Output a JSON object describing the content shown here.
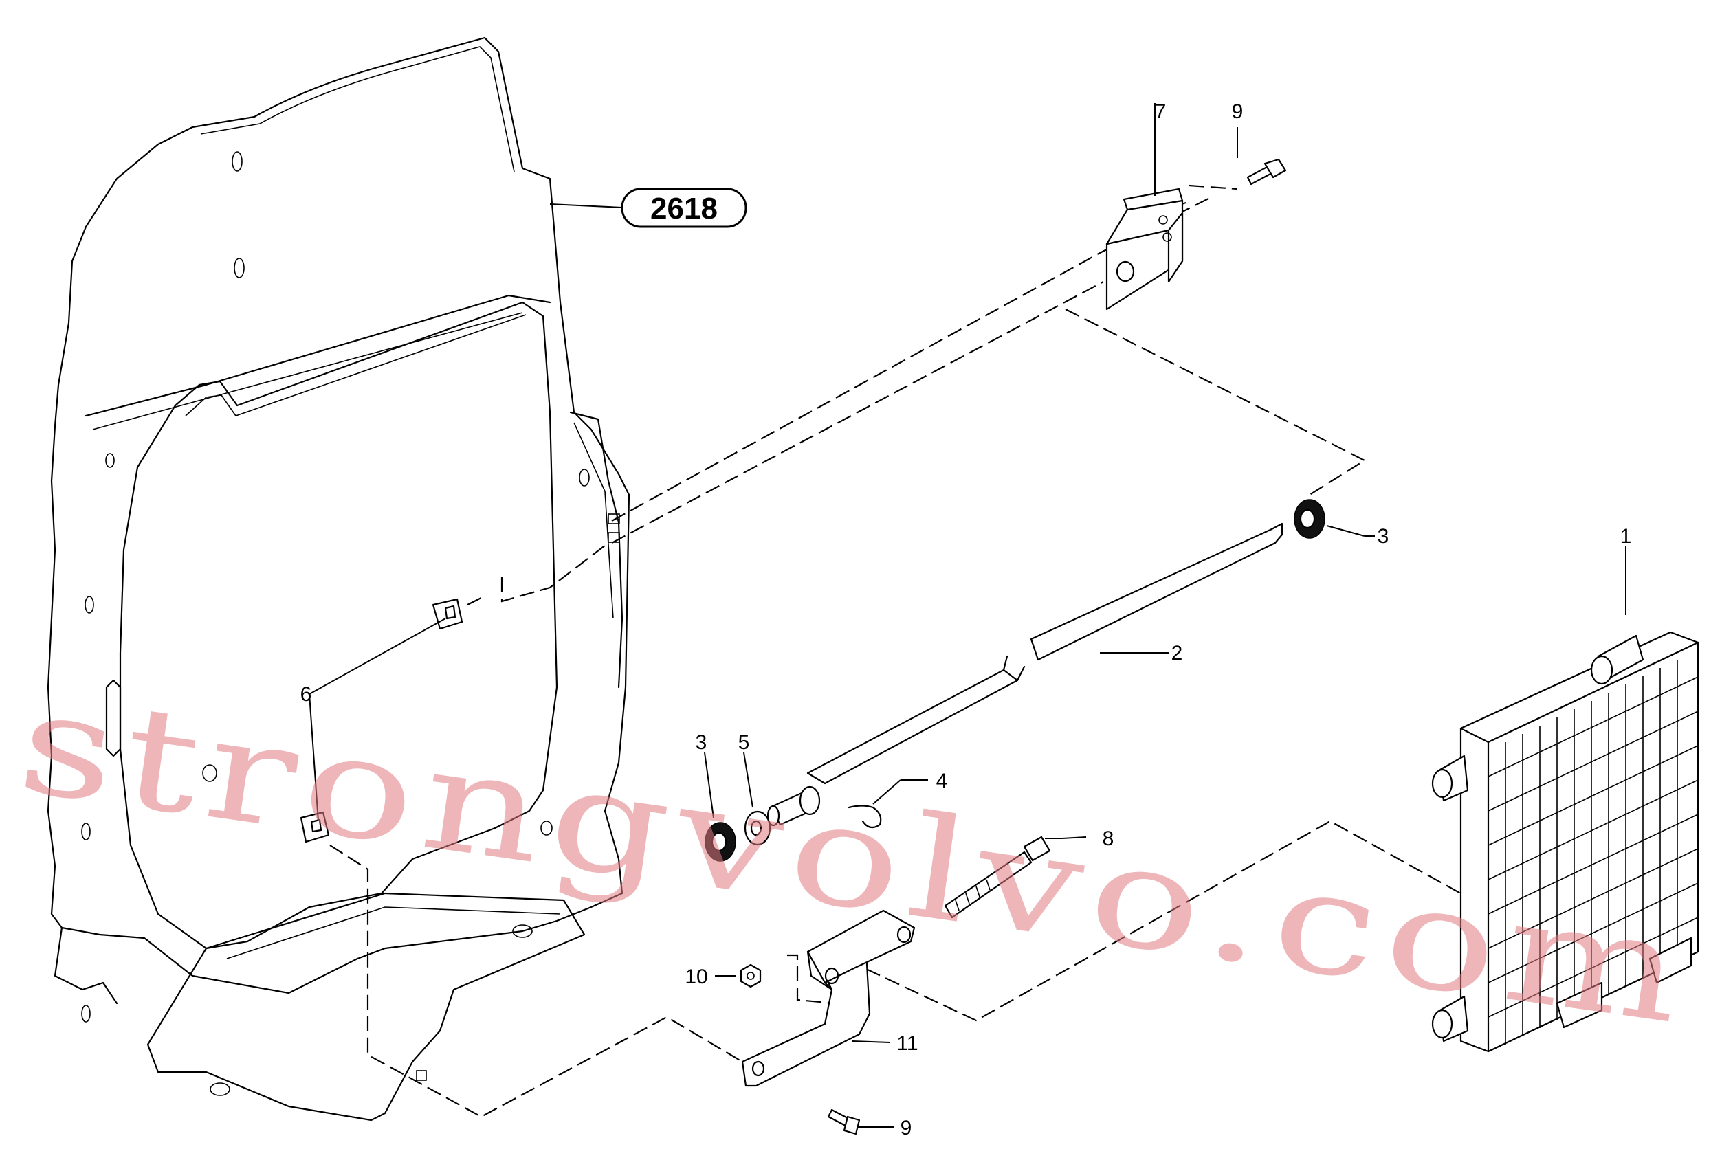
{
  "diagram": {
    "reference_label": "2618",
    "watermark": "strongvolvo.com",
    "callouts": {
      "c1": "1",
      "c2": "2",
      "c3a": "3",
      "c3b": "3",
      "c4": "4",
      "c5": "5",
      "c6": "6",
      "c7": "7",
      "c8": "8",
      "c9a": "9",
      "c9b": "9",
      "c10": "10",
      "c11": "11"
    },
    "colors": {
      "line": "#000000",
      "watermark": "#e07a80",
      "background": "#ffffff"
    }
  }
}
